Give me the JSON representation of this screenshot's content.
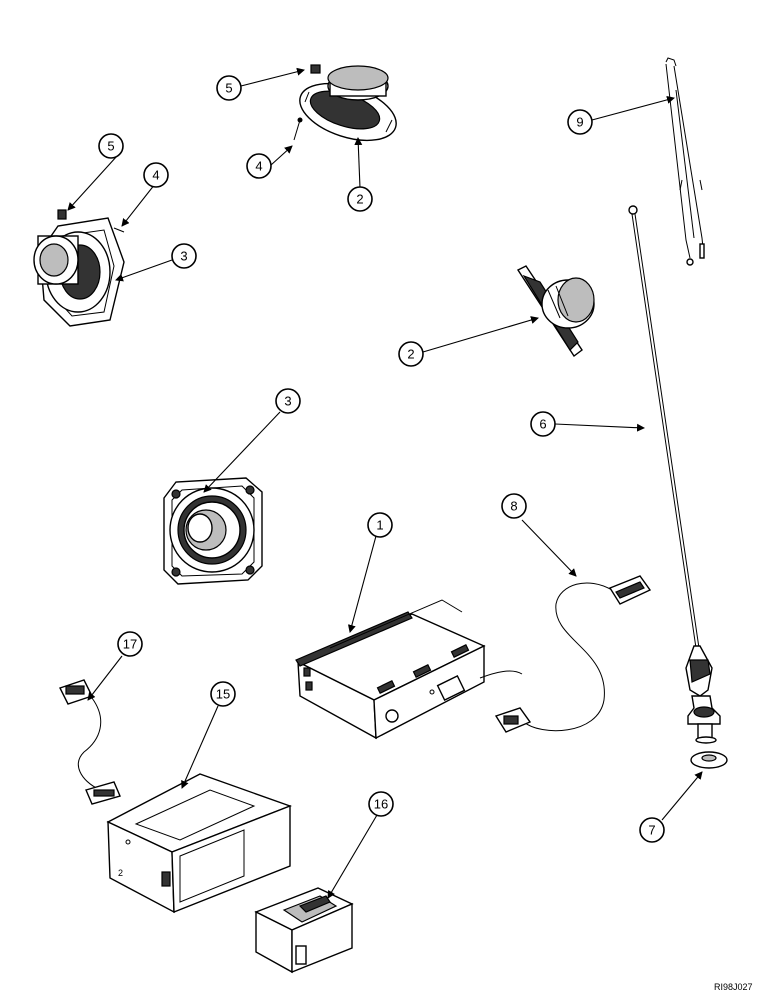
{
  "figure_code": "RI98J027",
  "callouts": [
    "5",
    "5",
    "4",
    "4",
    "2",
    "3",
    "9",
    "2",
    "3",
    "6",
    "1",
    "8",
    "17",
    "15",
    "16",
    "7"
  ]
}
